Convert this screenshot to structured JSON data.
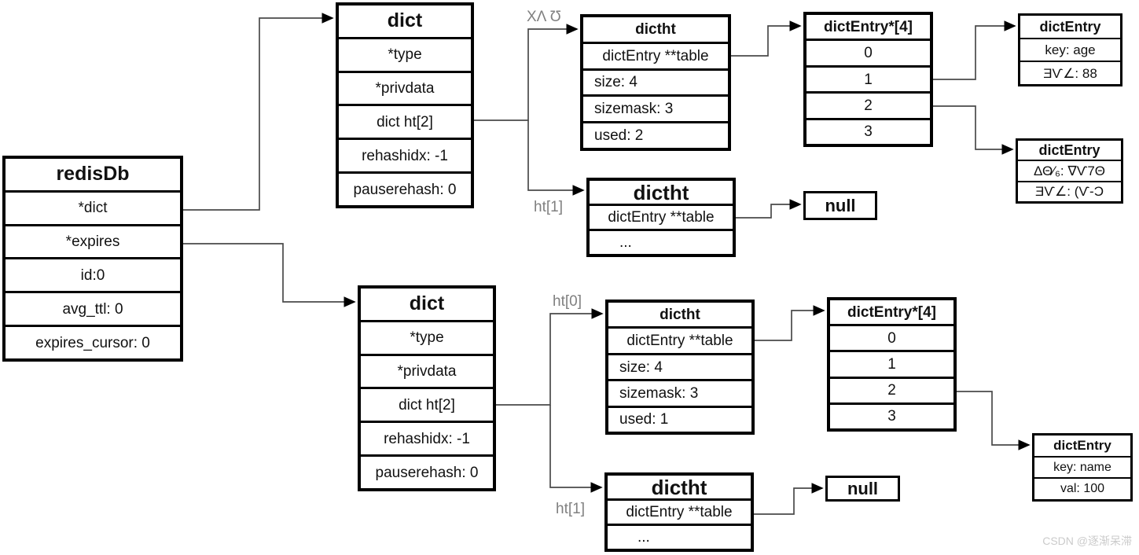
{
  "structs": {
    "redisdb": {
      "title": "redisDb",
      "rows": [
        "*dict",
        "*expires",
        "id:0",
        "avg_ttl: 0",
        "expires_cursor: 0"
      ]
    },
    "dict_top": {
      "title": "dict",
      "rows": [
        "*type",
        "*privdata",
        "dict ht[2]",
        "rehashidx: -1",
        "pauserehash: 0"
      ]
    },
    "dict_bottom": {
      "title": "dict",
      "rows": [
        "*type",
        "*privdata",
        "dict ht[2]",
        "rehashidx: -1",
        "pauserehash: 0"
      ]
    },
    "dictht_top_ht0": {
      "title": "dictht",
      "table": "dictEntry **table",
      "rows": [
        "size: 4",
        "sizemask: 3",
        "used: 2"
      ]
    },
    "dictht_top_ht1": {
      "title": "dictht",
      "table": "dictEntry **table",
      "ellipsis": "..."
    },
    "array_top": {
      "title": "dictEntry*[4]",
      "slots": [
        "0",
        "1",
        "2",
        "3"
      ]
    },
    "null_top": "null",
    "entry_age": {
      "title": "dictEntry",
      "rows": [
        "key: age",
        "ƎѴ∠: 88"
      ]
    },
    "entry_garbled": {
      "title": "dictEntry",
      "rows": [
        "ΔΘ⁄₆: ∇Ѵ7Θ",
        "ƎѴ∠: (Ѵ-Ɔ"
      ]
    },
    "dictht_bottom_ht0": {
      "title": "dictht",
      "table": "dictEntry **table",
      "rows": [
        "size: 4",
        "sizemask: 3",
        "used: 1"
      ]
    },
    "dictht_bottom_ht1": {
      "title": "dictht",
      "table": "dictEntry **table",
      "ellipsis": "..."
    },
    "array_bottom": {
      "title": "dictEntry*[4]",
      "slots": [
        "0",
        "1",
        "2",
        "3"
      ]
    },
    "null_bottom": "null",
    "entry_name": {
      "title": "dictEntry",
      "rows": [
        "key: name",
        "val: 100"
      ]
    }
  },
  "labels": {
    "ht0_top_garbled": "ΧΛ Ʊ",
    "ht1_top": "ht[1]",
    "ht0_bottom": "ht[0]",
    "ht1_bottom": "ht[1]",
    "watermark": "CSDN @逐渐呆滞"
  },
  "colors": {
    "box_border": "#000000",
    "connector": "#4a4a4a",
    "pointer_label": "#808080",
    "watermark": "#cbcbcb"
  }
}
